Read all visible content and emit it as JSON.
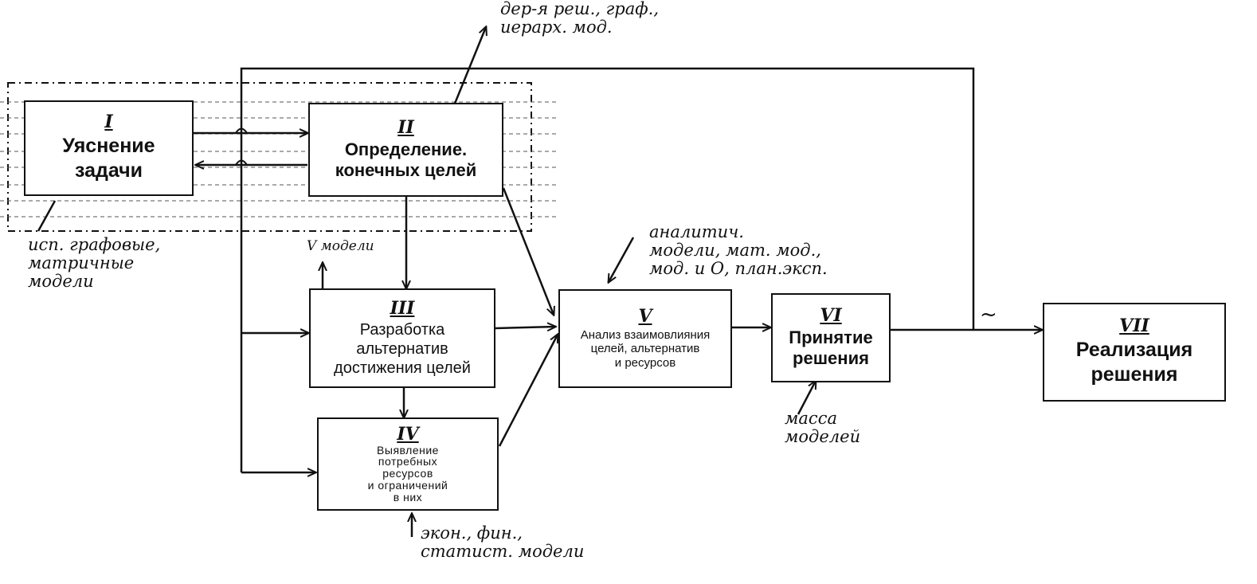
{
  "blocks": [
    {
      "id": "I",
      "numeral": "I",
      "title": "Уяснение\nзадачи"
    },
    {
      "id": "II",
      "numeral": "II",
      "title": "Определение.\nконечных целей"
    },
    {
      "id": "III",
      "numeral": "III",
      "title": "Разработка\nальтернатив\nдостижения целей"
    },
    {
      "id": "IV",
      "numeral": "IV",
      "title": "Выявление\nпотребных\nресурсов\nи ограничений\nв них"
    },
    {
      "id": "V",
      "numeral": "V",
      "title": "Анализ взаимовлияния\nцелей, альтернатив\nи ресурсов"
    },
    {
      "id": "VI",
      "numeral": "VI",
      "title": "Принятие\nрешения"
    },
    {
      "id": "VII",
      "numeral": "VII",
      "title": "Реализация\nрешения"
    }
  ],
  "notes": {
    "top": "дер-я реш., граф.,\nиерарх. мод.",
    "left": "исп. графовые,\nматричные\nмодели",
    "models": "V модели",
    "analysis": "аналитич.\nмодели, мат. мод.,\nмод. и О, план.эксп.",
    "mass": "масса\nмоделей",
    "bottom": "экон., фин.,\nстатист. модели"
  },
  "symbols": {
    "tilde": "~"
  }
}
